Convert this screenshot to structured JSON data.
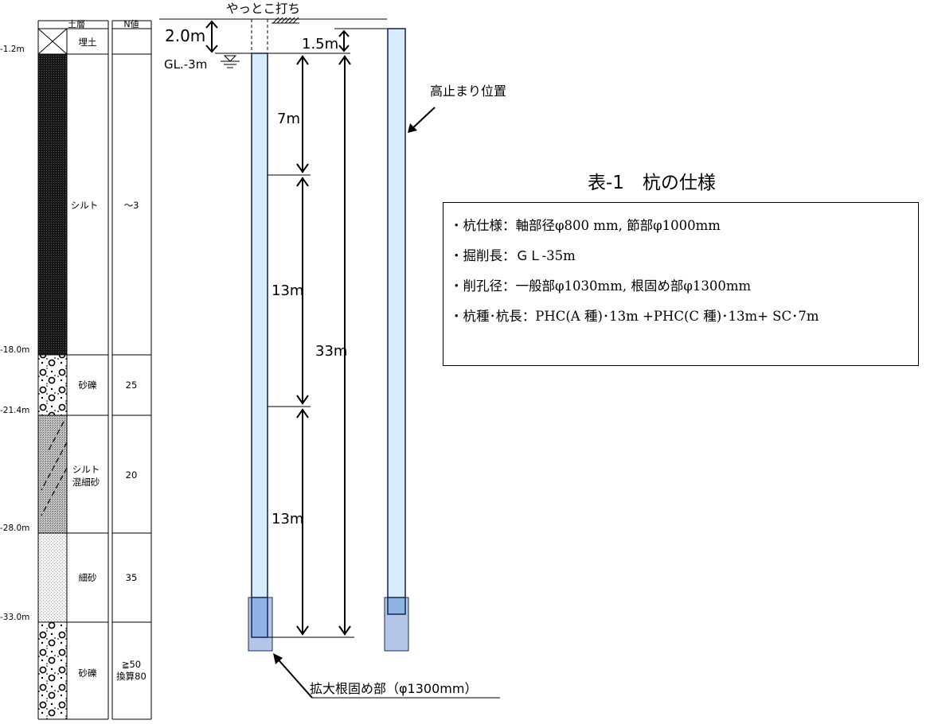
{
  "top_annotation": "やっとこ打ち",
  "column_headers": {
    "soil": "土層",
    "n_value": "N値"
  },
  "depth_labels": [
    "-1.2m",
    "-18.0m",
    "-21.4m",
    "-28.0m",
    "-33.0m"
  ],
  "layers": [
    {
      "soil": "埋土",
      "n": ""
    },
    {
      "soil": "シルト",
      "n": "～3"
    },
    {
      "soil": "砂礫",
      "n": "25"
    },
    {
      "soil": "シルト\n混細砂",
      "n": "20"
    },
    {
      "soil": "細砂",
      "n": "35"
    },
    {
      "soil": "砂礫",
      "n": "≧50\n換算80"
    }
  ],
  "dimensions": {
    "d_2m": "2.0m",
    "gl": "GL.-3m",
    "d_1_5m": "1.5m",
    "d_7m": "7m",
    "d_13m_upper": "13m",
    "d_13m_lower": "13m",
    "d_33m": "33m"
  },
  "callouts": {
    "stop_position": "高止まり位置",
    "enlarged_base": "拡大根固め部（φ1300mm）"
  },
  "spec_table": {
    "title": "表-1　杭の仕様",
    "lines": [
      "・杭仕様：軸部径φ800 mm, 節部φ1000mm",
      "・掘削長：ＧＬ-35m",
      "・削孔径：一般部φ1030mm, 根固め部φ1300mm",
      "・杭種･杭長：PHC(A 種)･13m +PHC(C 種)･13m+ SC･7m"
    ]
  },
  "colors": {
    "pile_fill": "#d6ecfb",
    "pile_stroke": "#1e2c5a",
    "base_fill": "#b4c6e7",
    "base_inner": "#8eb4e3",
    "silt_dark": "#1a1a1a",
    "mixed_sand": "#b0b0b0"
  }
}
